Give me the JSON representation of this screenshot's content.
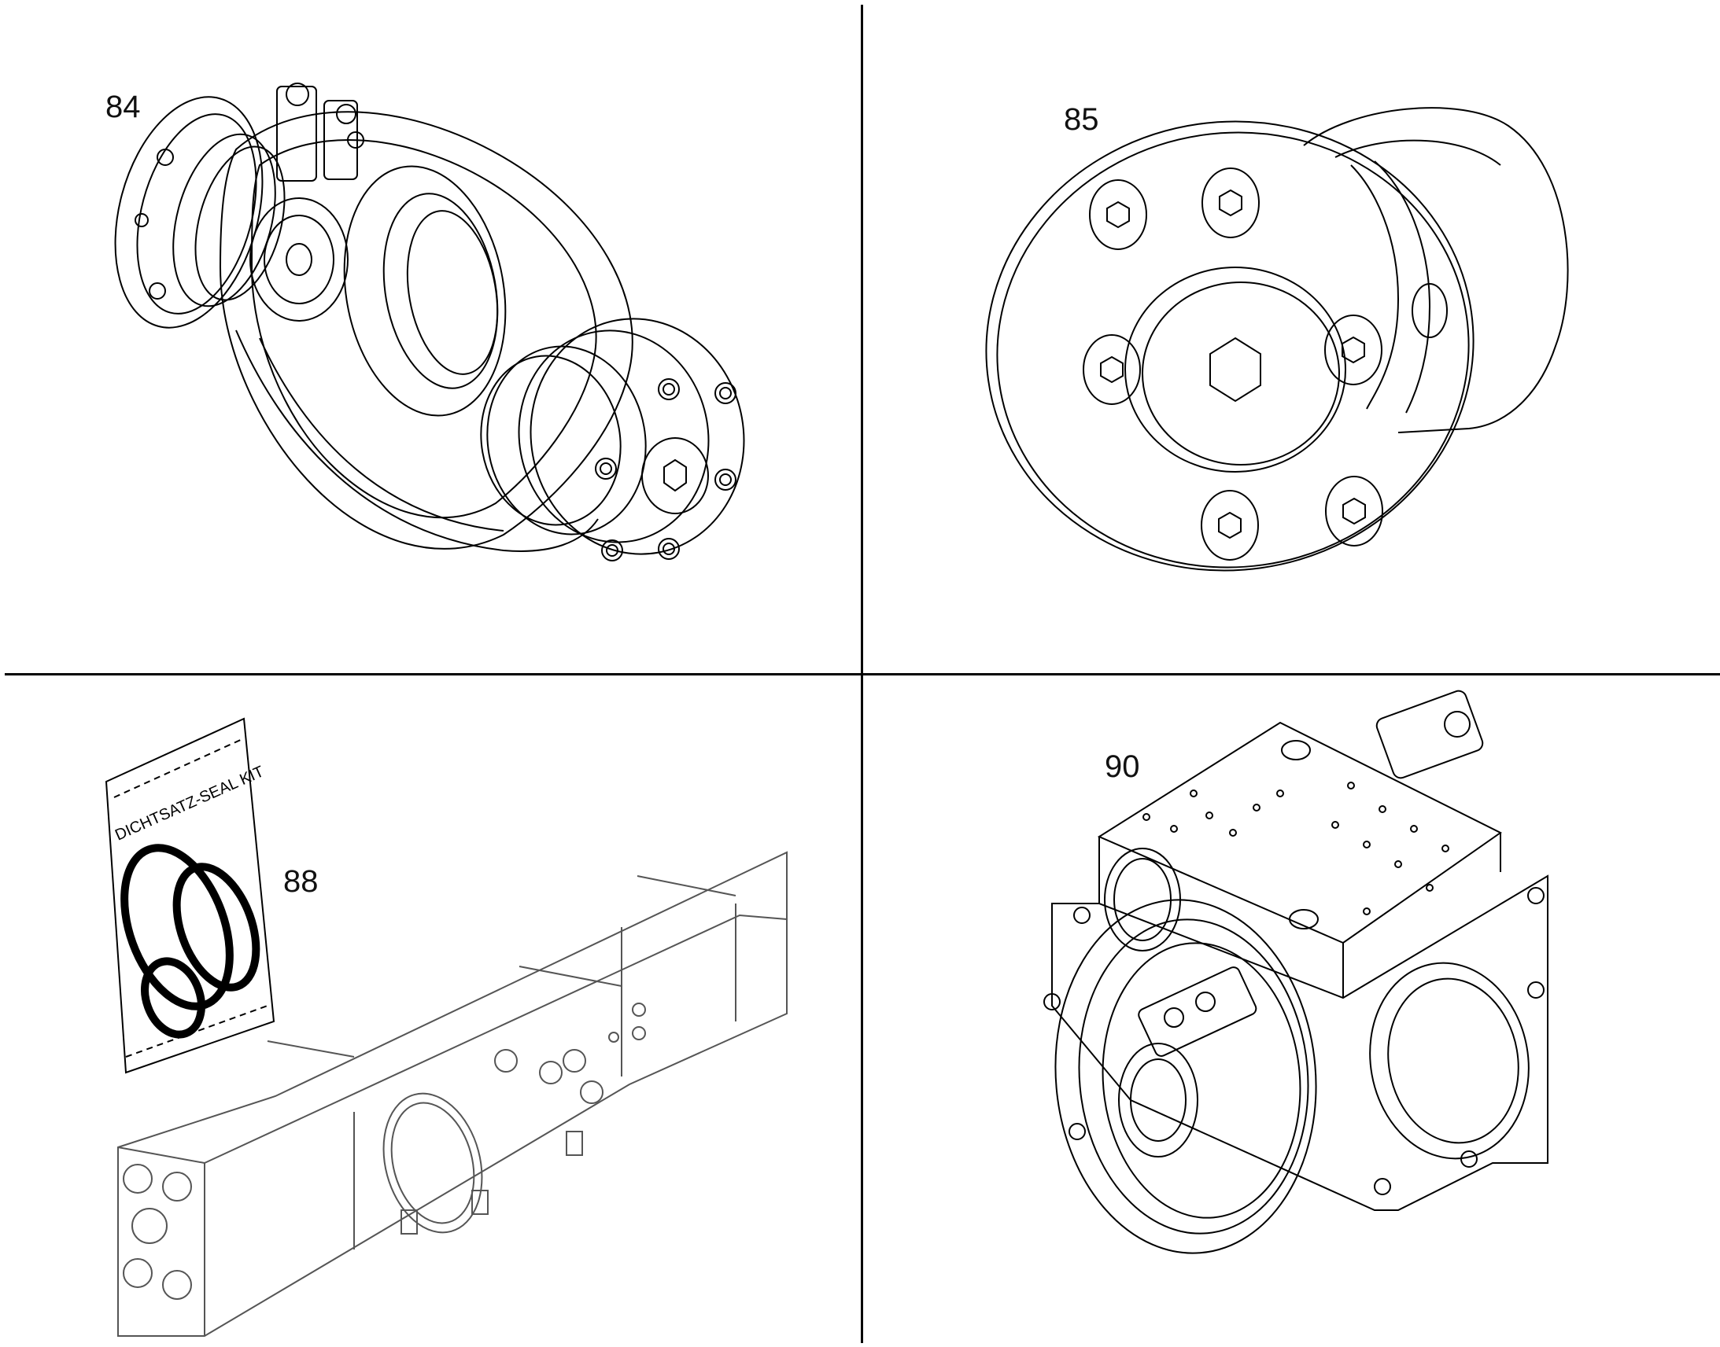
{
  "callouts": {
    "p84": "84",
    "p85": "85",
    "p88": "88",
    "p90": "90"
  },
  "seal_kit_label": "DICHTSATZ-SEAL KIT",
  "colors": {
    "line": "#000000",
    "background": "#ffffff"
  }
}
